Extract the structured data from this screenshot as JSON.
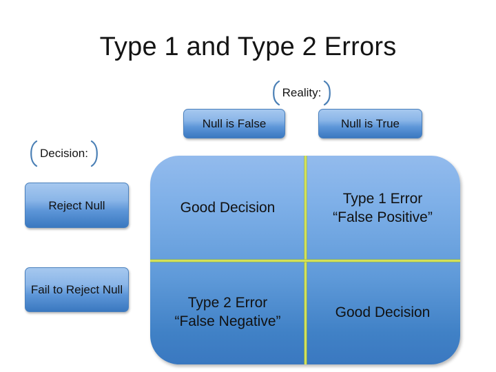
{
  "slide": {
    "title": "Type 1 and Type 2 Errors",
    "background_color": "#ffffff"
  },
  "colors": {
    "box_fill_top": "#a6c8ef",
    "box_fill_bottom": "#3a78c0",
    "box_border": "#4a80bd",
    "matrix_fill_top": "#93bbed",
    "matrix_fill_bottom": "#3a78c0",
    "divider": "#d4e157",
    "bracket": "#4a7fb5",
    "text": "#111111"
  },
  "captions": {
    "reality": "Reality:",
    "decision": "Decision:"
  },
  "column_headers": [
    {
      "label": "Null is False"
    },
    {
      "label": "Null is True"
    }
  ],
  "row_headers": [
    {
      "label": "Reject Null"
    },
    {
      "label": "Fail to Reject Null"
    }
  ],
  "matrix": {
    "cells": [
      {
        "line1": "Good Decision",
        "line2": ""
      },
      {
        "line1": "Type 1 Error",
        "line2": "“False Positive”"
      },
      {
        "line1": "Type 2 Error",
        "line2": "“False Negative”"
      },
      {
        "line1": "Good Decision",
        "line2": ""
      }
    ]
  },
  "icons": {
    "left_bracket": "left-bracket-icon",
    "right_bracket": "right-bracket-icon"
  }
}
